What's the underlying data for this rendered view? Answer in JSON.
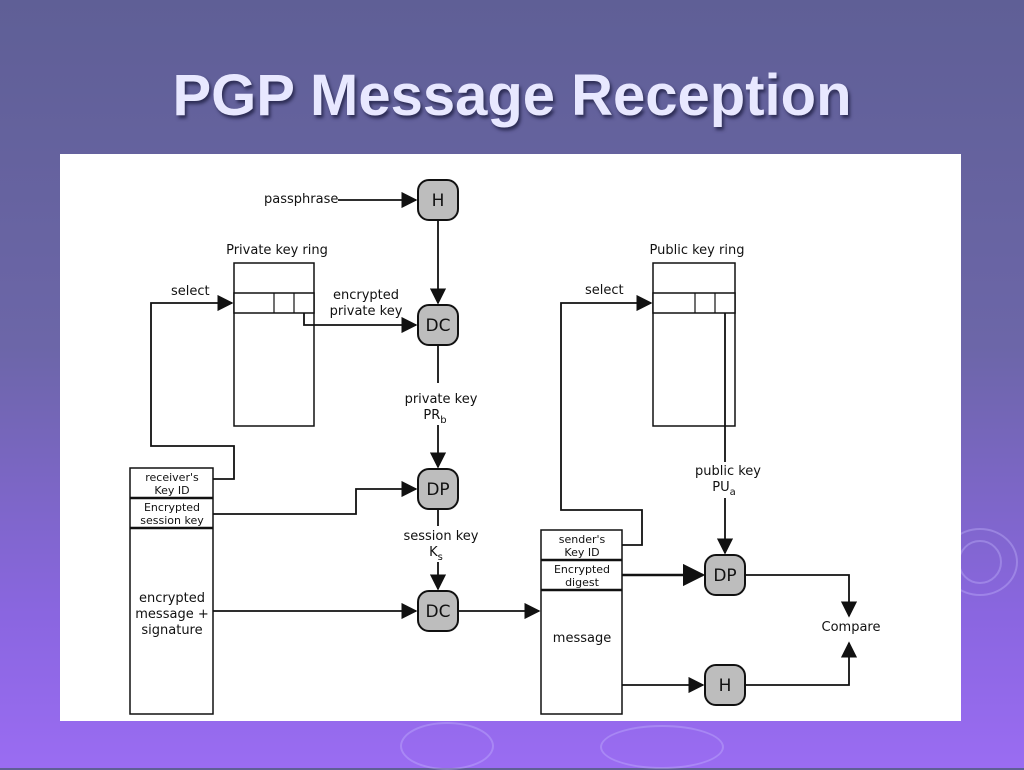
{
  "slide": {
    "title": "PGP Message Reception"
  },
  "diagram": {
    "labels": {
      "passphrase": "passphrase",
      "private_key_ring": "Private key ring",
      "public_key_ring": "Public key ring",
      "select_left": "select",
      "select_right": "select",
      "encrypted_private_key_line1": "encrypted",
      "encrypted_private_key_line2": "private key",
      "private_key_line1": "private key",
      "private_key_main": "PR",
      "private_key_sub": "b",
      "session_key_line1": "session key",
      "session_key_main": "K",
      "session_key_sub": "s",
      "public_key_line1": "public key",
      "public_key_main": "PU",
      "public_key_sub": "a",
      "compare": "Compare"
    },
    "nodes": {
      "h_top": "H",
      "dc_top": "DC",
      "dp_mid": "DP",
      "dc_bottom": "DC",
      "dp_right": "DP",
      "h_right": "H"
    },
    "incoming_message": {
      "receiver_key_id_line1": "receiver's",
      "receiver_key_id_line2": "Key ID",
      "encrypted_session_key_line1": "Encrypted",
      "encrypted_session_key_line2": "session key",
      "body_line1": "encrypted",
      "body_line2": "message +",
      "body_line3": "signature"
    },
    "decrypted_message": {
      "sender_key_id_line1": "sender's",
      "sender_key_id_line2": "Key ID",
      "encrypted_digest_line1": "Encrypted",
      "encrypted_digest_line2": "digest",
      "body": "message"
    }
  }
}
